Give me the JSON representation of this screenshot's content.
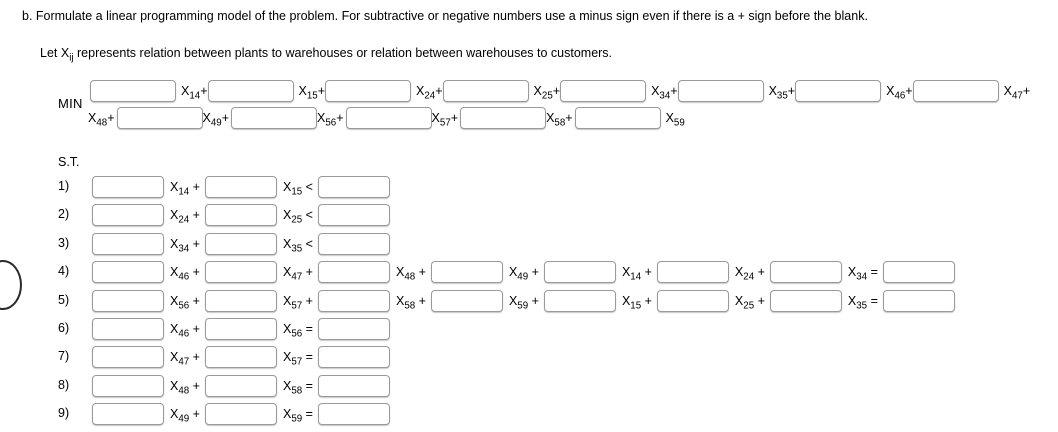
{
  "prompt": {
    "instruction_prefix": "b. Formulate a linear programming model of the problem. For subtractive or negative numbers use a minus sign even if there is a + sign before the blank.",
    "definition_pre": "Let X",
    "definition_sub": "ij",
    "definition_post": " represents relation between plants to warehouses or relation between warehouses to customers."
  },
  "objective": {
    "label": "MIN",
    "blank_placeholder": "",
    "line1": [
      {
        "lead": "",
        "sub": "",
        "tail": "X14+"
      },
      {
        "tail": "X15+"
      },
      {
        "tail": "X24+"
      },
      {
        "tail": "X25+"
      },
      {
        "tail": "X34+"
      },
      {
        "tail": "X35+"
      },
      {
        "tail": "X46+"
      },
      {
        "tail": "X47+"
      }
    ],
    "line1_terms": [
      "X14+",
      "X15+",
      "X24+",
      "X25+",
      "X34+",
      "X35+",
      "X46+",
      "X47+"
    ],
    "line2_leads": [
      "X48+",
      "X49+",
      "X56+",
      "X57+",
      "X58+"
    ],
    "line2_tail": "X59"
  },
  "st": {
    "label": "S.T.",
    "rows": [
      {
        "index": "1)",
        "terms": [
          {
            "var_base": "X",
            "var_sub": "14",
            "op": "+"
          },
          {
            "var_base": "X",
            "var_sub": "15",
            "op": "<"
          }
        ],
        "trailing_blank": true
      },
      {
        "index": "2)",
        "terms": [
          {
            "var_base": "X",
            "var_sub": "24",
            "op": "+"
          },
          {
            "var_base": "X",
            "var_sub": "25",
            "op": "<"
          }
        ],
        "trailing_blank": true
      },
      {
        "index": "3)",
        "terms": [
          {
            "var_base": "X",
            "var_sub": "34",
            "op": "+"
          },
          {
            "var_base": "X",
            "var_sub": "35",
            "op": "<"
          }
        ],
        "trailing_blank": true
      },
      {
        "index": "4)",
        "terms": [
          {
            "var_base": "X",
            "var_sub": "46",
            "op": "+"
          },
          {
            "var_base": "X",
            "var_sub": "47",
            "op": "+"
          },
          {
            "var_base": "X",
            "var_sub": "48",
            "op": "+"
          },
          {
            "var_base": "X",
            "var_sub": "49",
            "op": "+"
          },
          {
            "var_base": "X",
            "var_sub": "14",
            "op": "+"
          },
          {
            "var_base": "X",
            "var_sub": "24",
            "op": "+"
          },
          {
            "var_base": "X",
            "var_sub": "34",
            "op": "="
          }
        ],
        "trailing_blank": true
      },
      {
        "index": "5)",
        "terms": [
          {
            "var_base": "X",
            "var_sub": "56",
            "op": "+"
          },
          {
            "var_base": "X",
            "var_sub": "57",
            "op": "+"
          },
          {
            "var_base": "X",
            "var_sub": "58",
            "op": "+"
          },
          {
            "var_base": "X",
            "var_sub": "59",
            "op": "+"
          },
          {
            "var_base": "X",
            "var_sub": "15",
            "op": "+"
          },
          {
            "var_base": "X",
            "var_sub": "25",
            "op": "+"
          },
          {
            "var_base": "X",
            "var_sub": "35",
            "op": "="
          }
        ],
        "trailing_blank": true
      },
      {
        "index": "6)",
        "terms": [
          {
            "var_base": "X",
            "var_sub": "46",
            "op": "+"
          },
          {
            "var_base": "X",
            "var_sub": "56",
            "op": "="
          }
        ],
        "trailing_blank": true
      },
      {
        "index": "7)",
        "terms": [
          {
            "var_base": "X",
            "var_sub": "47",
            "op": "+"
          },
          {
            "var_base": "X",
            "var_sub": "57",
            "op": "="
          }
        ],
        "trailing_blank": true
      },
      {
        "index": "8)",
        "terms": [
          {
            "var_base": "X",
            "var_sub": "48",
            "op": "+"
          },
          {
            "var_base": "X",
            "var_sub": "58",
            "op": "="
          }
        ],
        "trailing_blank": true
      },
      {
        "index": "9)",
        "terms": [
          {
            "var_base": "X",
            "var_sub": "49",
            "op": "+"
          },
          {
            "var_base": "X",
            "var_sub": "59",
            "op": "="
          }
        ],
        "trailing_blank": true
      }
    ]
  }
}
